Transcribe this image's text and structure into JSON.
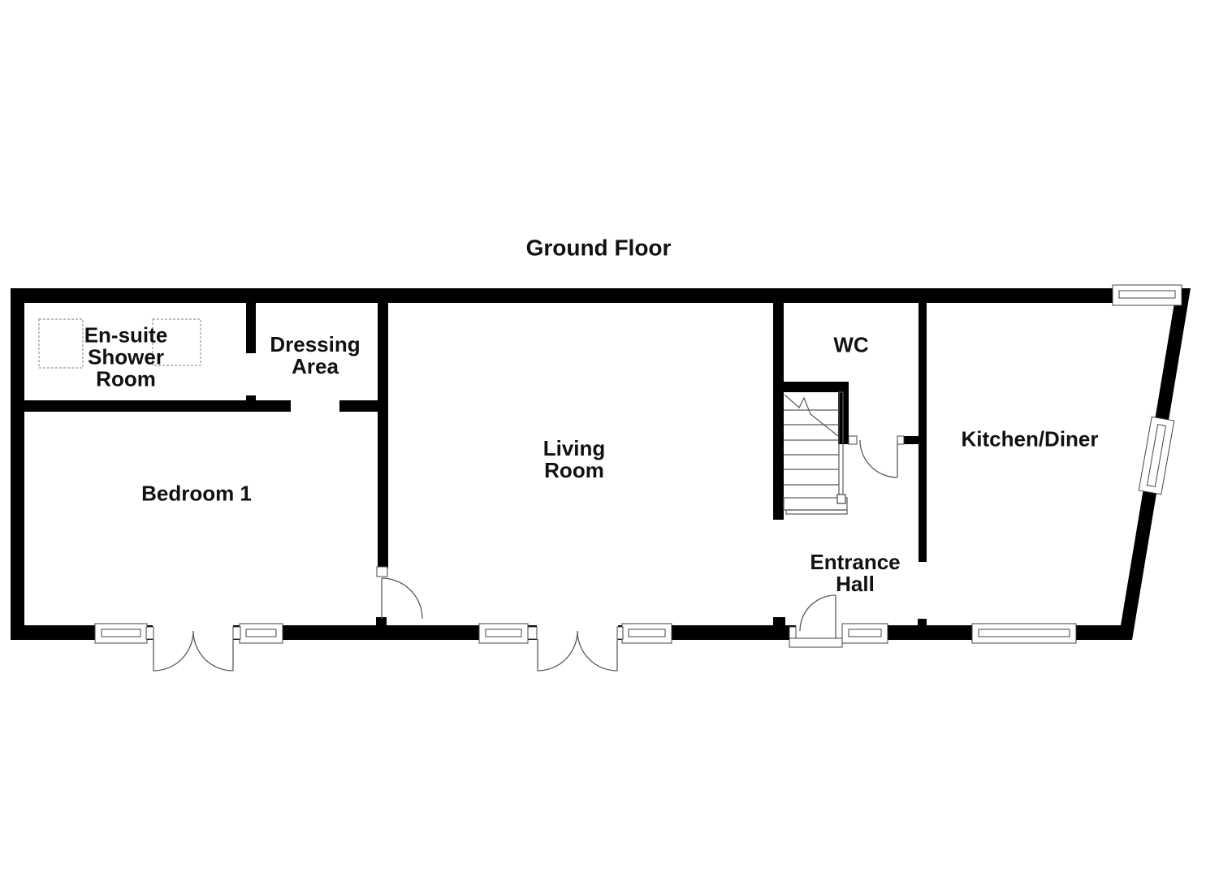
{
  "title": "Ground Floor",
  "rooms": {
    "ensuite": {
      "label": "En-suite\nShower\nRoom"
    },
    "dressing": {
      "label": "Dressing\nArea"
    },
    "bedroom1": {
      "label": "Bedroom 1"
    },
    "living": {
      "label": "Living\nRoom"
    },
    "wc": {
      "label": "WC"
    },
    "entrance": {
      "label": "Entrance\nHall"
    },
    "kitchen": {
      "label": "Kitchen/Diner"
    }
  },
  "colors": {
    "wall": "#000000",
    "detail_line": "#5a5a5a",
    "window_frame": "#444444",
    "fixture_dash": "#999999",
    "text": "#111111",
    "background": "#ffffff"
  }
}
